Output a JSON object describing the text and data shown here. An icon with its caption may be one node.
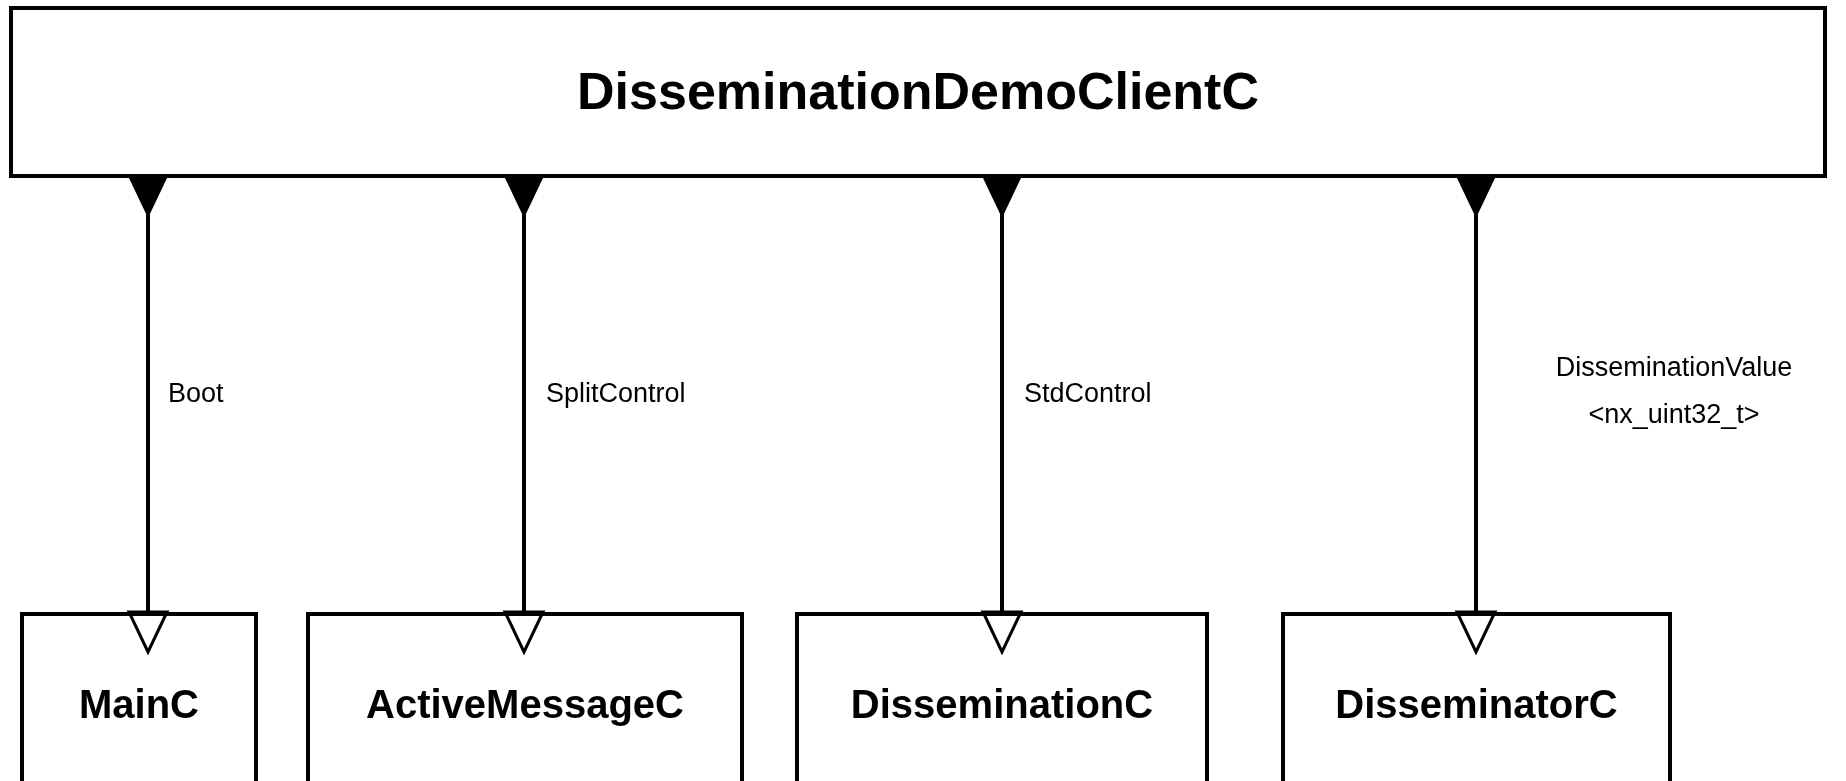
{
  "diagram": {
    "nodes": [
      {
        "text": [
          "DisseminationDemoClientC"
        ]
      },
      {
        "text": [
          "MainC"
        ]
      },
      {
        "text": [
          "ActiveMessageC"
        ]
      },
      {
        "text": [
          "DisseminationC"
        ]
      },
      {
        "text": [
          "DisseminatorC"
        ]
      }
    ],
    "edges": [
      {
        "from": 0,
        "to": 1,
        "arrow": "to",
        "label": "Boot"
      },
      {
        "from": 0,
        "to": 2,
        "arrow": "to",
        "label": "SplitControl"
      },
      {
        "from": 0,
        "to": 3,
        "arrow": "to",
        "label": "StdControl"
      },
      {
        "from": 0,
        "to": 4,
        "arrow": "to",
        "label": "DisseminationValue <nx_uint32_t>"
      }
    ]
  }
}
